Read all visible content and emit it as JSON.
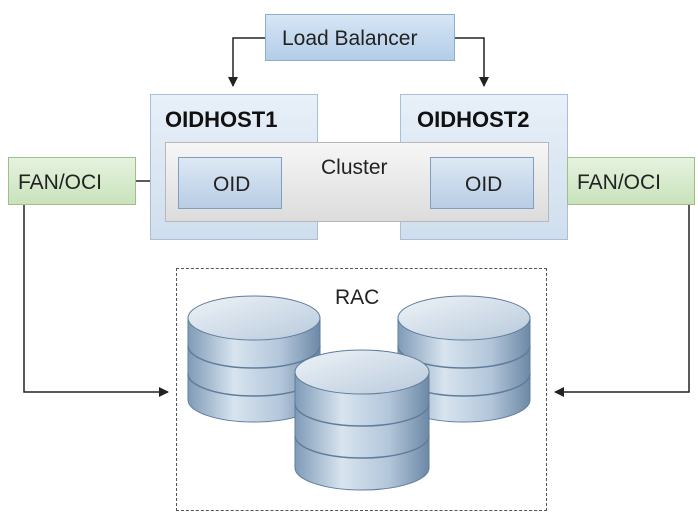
{
  "load_balancer": {
    "label": "Load Balancer"
  },
  "hosts": [
    {
      "name": "OIDHOST1",
      "component": "OID"
    },
    {
      "name": "OIDHOST2",
      "component": "OID"
    }
  ],
  "cluster": {
    "label": "Cluster"
  },
  "fan_oci": [
    {
      "label": "FAN/OCI"
    },
    {
      "label": "FAN/OCI"
    }
  ],
  "rac": {
    "label": "RAC"
  },
  "colors": {
    "host_fill": "#dbe6f2",
    "load_balancer_fill": "#c4d9ee",
    "oid_fill": "#c8d9ec",
    "fan_fill": "#d6ead0",
    "cluster_fill": "#e6e6e6",
    "database_fill": "#b8ccdf",
    "arrow": "#222222"
  }
}
